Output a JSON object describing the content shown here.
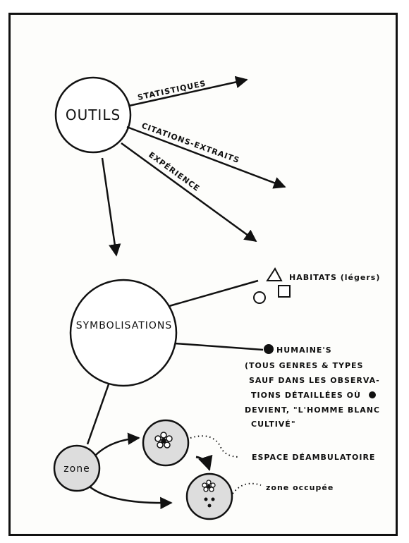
{
  "nodes": {
    "outils": "OUTILS",
    "symbolisations": "SYMBOLISATIONS",
    "zone": "zone"
  },
  "outils_branches": {
    "statistiques": "STATISTIQUES",
    "citations": "CITATIONS-EXTRAITS",
    "experience": "EXPÉRIENCE"
  },
  "symbol_labels": {
    "habitats": "HABITATS (légers)",
    "humaines_title": "HUMAINE'S",
    "humaines_note_1": "(TOUS GENRES & TYPES",
    "humaines_note_2": "SAUF DANS LES OBSERVA-",
    "humaines_note_3": "TIONS DÉTAILLÉES OÙ",
    "humaines_note_4": "DEVIENT, \"L'HOMME BLANC",
    "humaines_note_5": "CULTIVÉ\""
  },
  "zone_labels": {
    "espace": "ESPACE DÉAMBULATOIRE",
    "occupee": "zone occupée"
  },
  "colors": {
    "ink": "#111111",
    "zone_fill": "#dddddd",
    "paper": "#fdfdfb"
  }
}
